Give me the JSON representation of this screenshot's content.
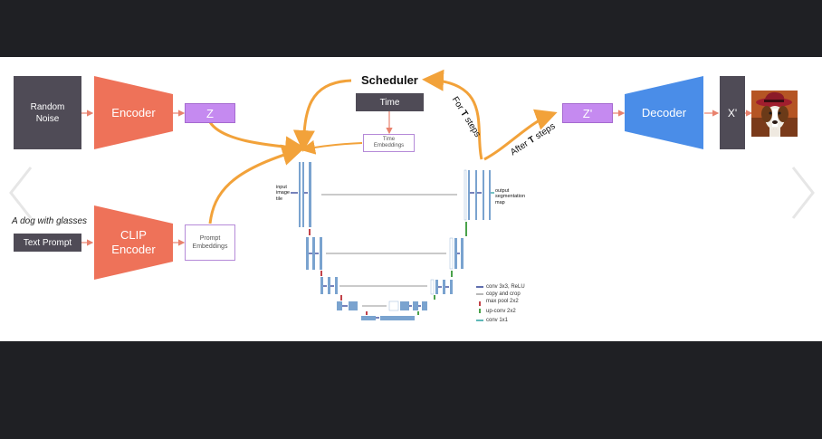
{
  "diagram": {
    "random_noise": "Random\nNoise",
    "encoder": "Encoder",
    "z": "Z",
    "scheduler": "Scheduler",
    "time": "Time",
    "time_embeddings": "Time\nEmbeddings",
    "for_t_steps_prefix": "For ",
    "for_t_steps_T": "T",
    "for_t_steps_suffix": " steps",
    "after_t_steps_prefix": "After ",
    "after_t_steps_T": "T",
    "after_t_steps_suffix": " steps",
    "z_prime": "Z'",
    "decoder": "Decoder",
    "x_prime": "X'",
    "prompt_caption": "A dog with glasses",
    "text_prompt": "Text Prompt",
    "clip_encoder": "CLIP\nEncoder",
    "prompt_embeddings": "Prompt\nEmbeddings",
    "unet_input_label": "input\nimage\ntile",
    "unet_output_label": "output\nsegmentation\nmap",
    "legend": [
      {
        "label": "conv 3x3, ReLU",
        "color": "#1c2f8c"
      },
      {
        "label": "copy and crop",
        "color": "#9a9a9a"
      },
      {
        "label": "max pool 2x2",
        "color": "#b3121b"
      },
      {
        "label": "up-conv 2x2",
        "color": "#1d8a1d"
      },
      {
        "label": "conv 1x1",
        "color": "#1a9a9a"
      }
    ]
  },
  "colors": {
    "encoder": "#ee7259",
    "decoder": "#4a8de8",
    "latent": "#c58af0",
    "dark_box": "#4f4b56",
    "flow_arrow": "#f2a23a",
    "link_arrow": "#e8826e"
  },
  "icons": {
    "prev": "chevron-left-icon",
    "next": "chevron-right-icon",
    "output_image": "dog-with-hat-image"
  }
}
